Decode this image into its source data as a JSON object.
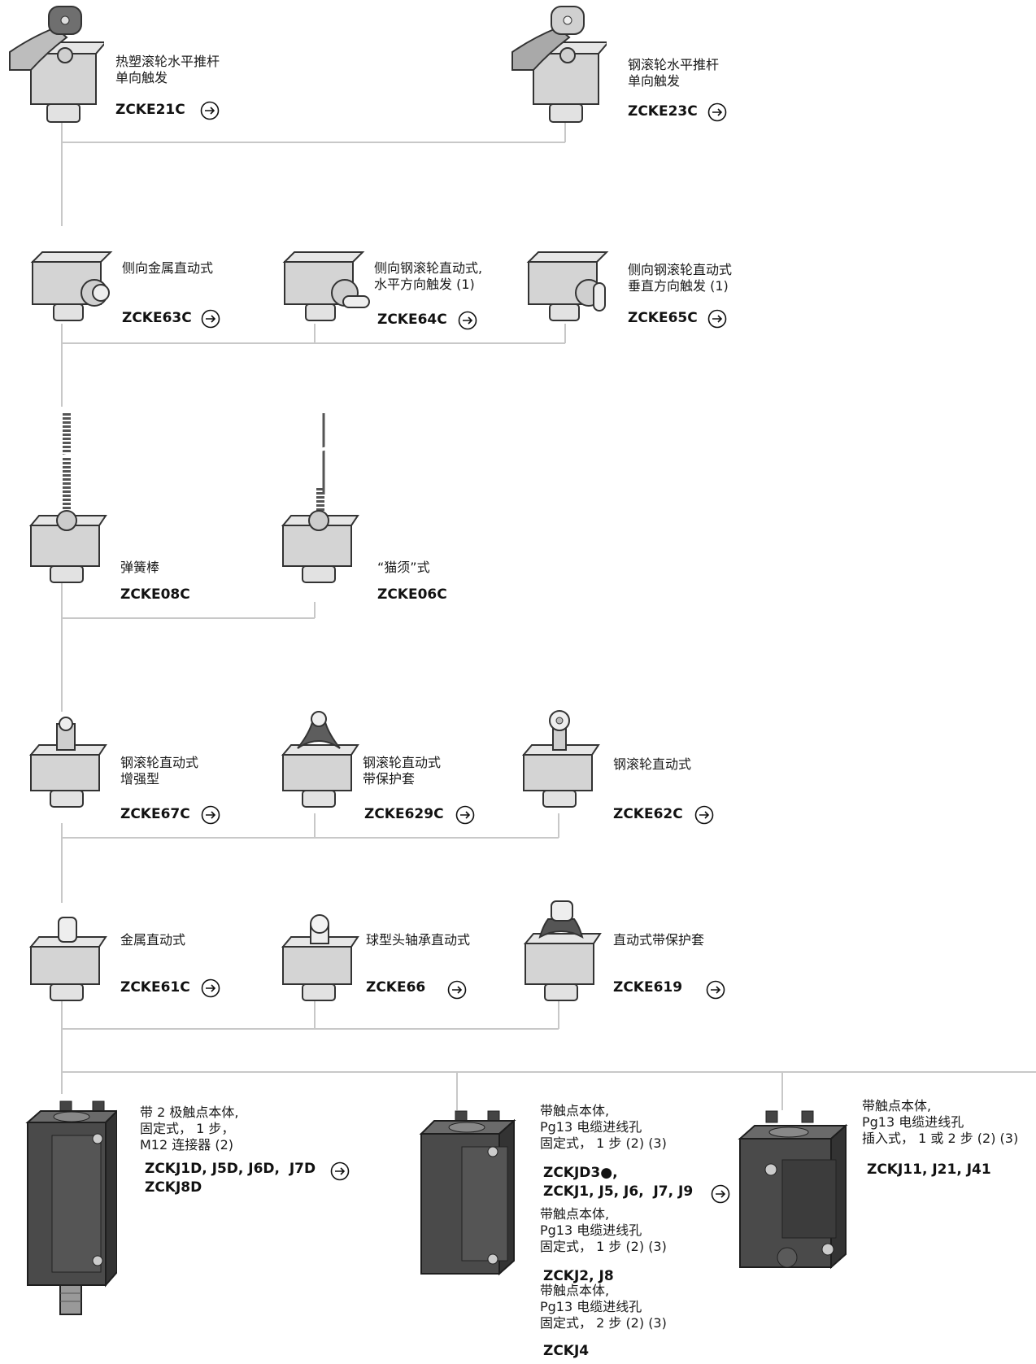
{
  "products": {
    "zcke21c": {
      "desc": "热塑滚轮水平推杆\n单向触发",
      "code": "ZCKE21C"
    },
    "zcke23c": {
      "desc": "钢滚轮水平推杆\n单向触发",
      "code": "ZCKE23C"
    },
    "zcke63c": {
      "desc": "侧向金属直动式",
      "code": "ZCKE63C"
    },
    "zcke64c": {
      "desc": "侧向钢滚轮直动式,\n水平方向触发 (1)",
      "code": "ZCKE64C"
    },
    "zcke65c": {
      "desc": "侧向钢滚轮直动式\n垂直方向触发 (1)",
      "code": "ZCKE65C"
    },
    "zcke08c": {
      "desc": "弹簧棒",
      "code": "ZCKE08C"
    },
    "zcke06c": {
      "desc": "“猫须”式",
      "code": "ZCKE06C"
    },
    "zcke67c": {
      "desc": "钢滚轮直动式\n增强型",
      "code": "ZCKE67C"
    },
    "zcke629c": {
      "desc": "钢滚轮直动式\n带保护套",
      "code": "ZCKE629C"
    },
    "zcke62c": {
      "desc": "钢滚轮直动式",
      "code": "ZCKE62C"
    },
    "zcke61c": {
      "desc": "金属直动式",
      "code": "ZCKE61C"
    },
    "zcke66": {
      "desc": "球型头轴承直动式",
      "code": "ZCKE66"
    },
    "zcke619": {
      "desc": "直动式带保护套",
      "code": "ZCKE619"
    }
  },
  "bodies": {
    "body1": {
      "desc": "带 2 极触点本体,\n固定式， 1 步，\nM12 连接器 (2)",
      "code": "ZCKJ1D, J5D, J6D,  J7D\nZCKJ8D"
    },
    "body2a": {
      "desc": "带触点本体,\nPg13 电缆进线孔\n固定式， 1 步 (2) (3)",
      "code": "ZCKJD3●,\nZCKJ1, J5, J6,  J7, J9"
    },
    "body2b": {
      "desc": "带触点本体,\nPg13 电缆进线孔\n固定式， 1 步 (2) (3)",
      "code": "ZCKJ2, J8"
    },
    "body2c": {
      "desc": "带触点本体,\nPg13 电缆进线孔\n固定式， 2 步 (2) (3)",
      "code": "ZCKJ4"
    },
    "body3": {
      "desc": "带触点本体,\nPg13 电缆进线孔\n插入式， 1 或 2 步 (2) (3)",
      "code": "ZCKJ11, J21, J41"
    }
  }
}
